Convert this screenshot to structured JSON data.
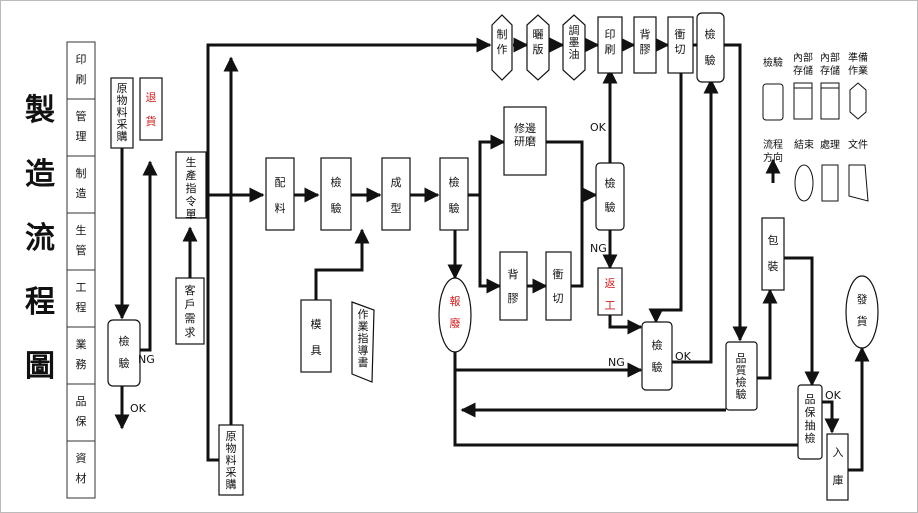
{
  "title": [
    "製",
    "造",
    "流",
    "程",
    "圖"
  ],
  "departments": [
    "印刷",
    "管理",
    "制造",
    "生管",
    "工程",
    "業務",
    "品保",
    "資材"
  ],
  "boxes": {
    "purchase_top": "原物料采購",
    "return_goods": "退貨",
    "inspect_left": "檢驗",
    "production_order": "生產指令單",
    "customer_request": "客戶需求",
    "purchase_bottom": "原物料采購",
    "batching": "配料",
    "inspect_1": "檢驗",
    "molding": "成型",
    "inspect_2": "檢驗",
    "mold": "模具",
    "work_instruction": "作業指導書",
    "scrap": "報廢",
    "trim_grind": "修邊研磨",
    "glue_back_mid": "背膠",
    "punch_mid": "衝切",
    "inspect_3": "檢驗",
    "rework": "返工",
    "inspect_4": "檢驗",
    "make_plate": "制作",
    "expose_plate": "曬版",
    "mix_ink": "調墨油",
    "print": "印刷",
    "glue_back_top": "背膠",
    "punch_top": "衝切",
    "inspect_top": "檢驗",
    "qc_inspect": "品質檢驗",
    "packing": "包裝",
    "qa_sampling": "品保抽檢",
    "warehouse": "入庫",
    "ship": "發貨"
  },
  "labels": {
    "ng_left": "NG",
    "ok_left": "OK",
    "ok_inspect3": "OK",
    "ng_inspect3": "NG",
    "ng_inspect4": "NG",
    "ok_inspect4": "OK",
    "ok_sampling": "OK"
  },
  "legend": {
    "inspect": "檢驗",
    "internal_storage_1": "內部存儲",
    "internal_storage_2": "內部存儲",
    "prepare_work": "準備作業",
    "flow_direction": "流程方向",
    "end": "結束",
    "process": "處理",
    "document": "文件"
  }
}
